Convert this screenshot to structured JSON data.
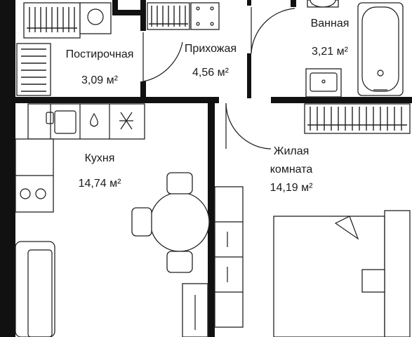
{
  "rooms": {
    "laundry": {
      "name": "Постирочная",
      "area": "3,09 м²"
    },
    "hallway": {
      "name": "Прихожая",
      "area": "4,56 м²"
    },
    "bathroom": {
      "name": "Ванная",
      "area": "3,21 м²"
    },
    "kitchen": {
      "name": "Кухня",
      "area": "14,74 м²"
    },
    "living": {
      "name_line1": "Жилая",
      "name_line2": "комната",
      "area": "14,19 м²"
    }
  },
  "colors": {
    "wall": "#111111",
    "line": "#1a1a1a",
    "background": "#ffffff"
  }
}
